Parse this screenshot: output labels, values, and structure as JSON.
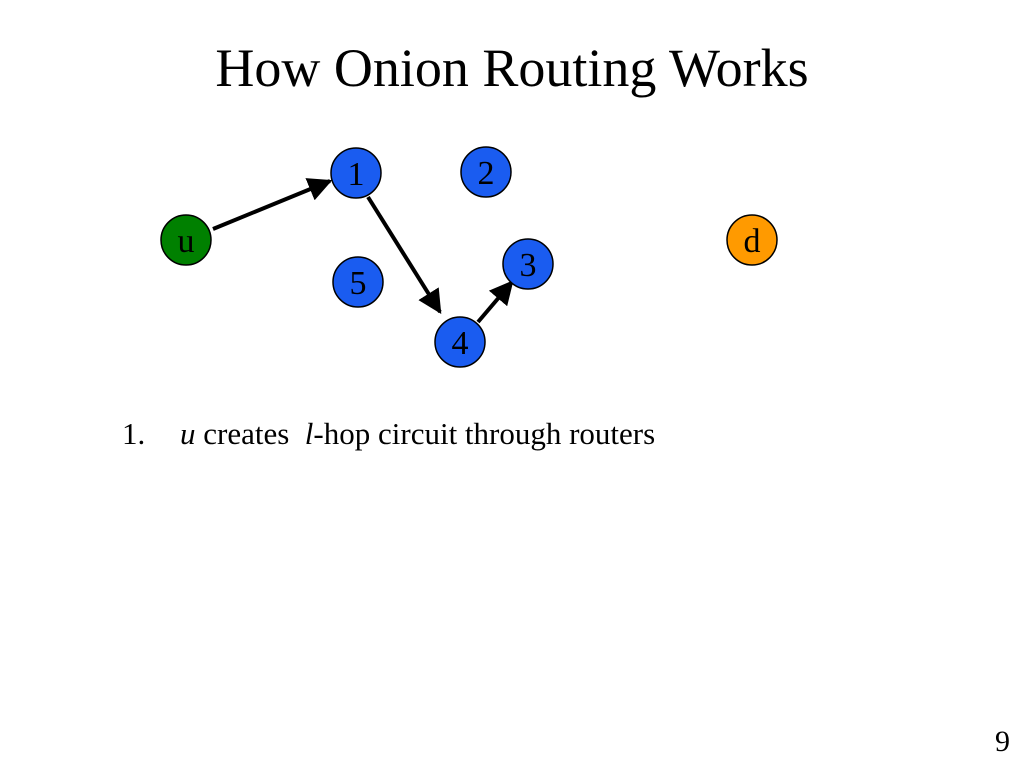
{
  "title": "How Onion Routing Works",
  "diagram": {
    "nodes": [
      {
        "id": "u",
        "label": "u",
        "role": "user",
        "color": "#008000"
      },
      {
        "id": "1",
        "label": "1",
        "role": "router",
        "color": "#1a5cf0"
      },
      {
        "id": "2",
        "label": "2",
        "role": "router",
        "color": "#1a5cf0"
      },
      {
        "id": "3",
        "label": "3",
        "role": "router",
        "color": "#1a5cf0"
      },
      {
        "id": "4",
        "label": "4",
        "role": "router",
        "color": "#1a5cf0"
      },
      {
        "id": "5",
        "label": "5",
        "role": "router",
        "color": "#1a5cf0"
      },
      {
        "id": "d",
        "label": "d",
        "role": "destination",
        "color": "#ff9a00"
      }
    ],
    "edges": [
      {
        "from": "u",
        "to": "1"
      },
      {
        "from": "1",
        "to": "4"
      },
      {
        "from": "4",
        "to": "3"
      }
    ]
  },
  "steps": [
    {
      "number": "1.",
      "subject": "u",
      "text_1": " creates  ",
      "variable": "l",
      "text_2": "-hop circuit through routers"
    }
  ],
  "page_number": "9"
}
